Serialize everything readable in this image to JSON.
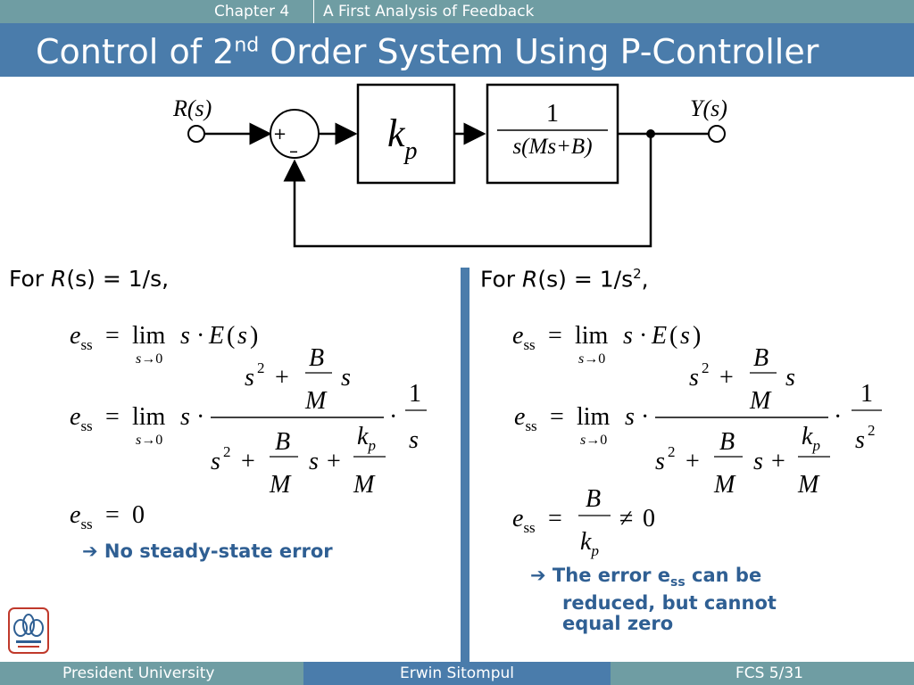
{
  "header": {
    "chapter": "Chapter 4",
    "section": "A First Analysis of Feedback",
    "title_pre": "Control of 2",
    "title_sup": "nd",
    "title_post": " Order System Using P-Controller"
  },
  "diagram": {
    "input": "R(s)",
    "output": "Y(s)",
    "plus": "+",
    "minus": "–",
    "controller": "k_p",
    "plant_num": "1",
    "plant_den": "s(Ms+B)"
  },
  "left": {
    "heading_pre": "For ",
    "heading_var": "R",
    "heading_arg": "(s) = 1/s,",
    "result": "No steady-state error"
  },
  "right": {
    "heading_pre": "For ",
    "heading_var": "R",
    "heading_arg": "(s) = 1/s",
    "heading_sup": "2",
    "heading_end": ",",
    "result_line1": "The error e",
    "result_sub": "ss",
    "result_line1_end": " can be",
    "result_line2": "reduced, but cannot",
    "result_line3": "equal zero"
  },
  "footer": {
    "left": "President University",
    "center": "Erwin Sitompul",
    "right": "FCS 5/31"
  },
  "colors": {
    "topbar": "#6f9da3",
    "titlebar": "#4a7cab",
    "accent_text": "#2f5f93",
    "divider": "#4a7cab"
  }
}
